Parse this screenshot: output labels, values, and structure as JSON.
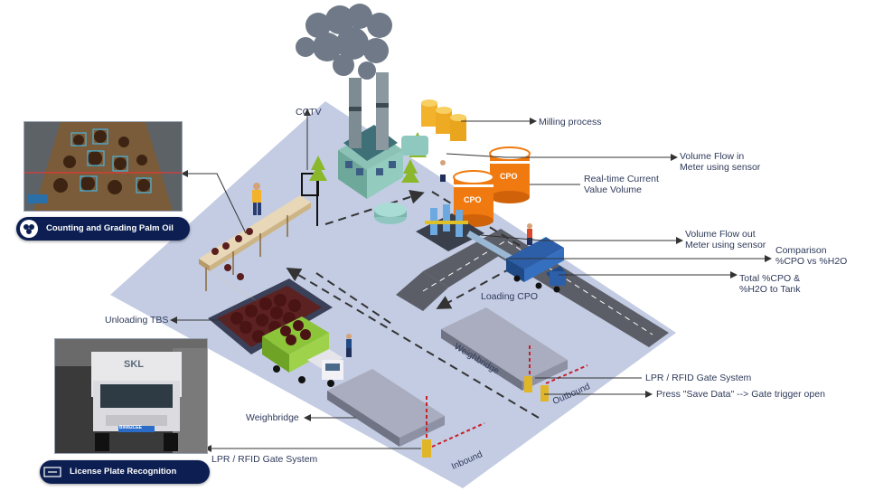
{
  "labels": {
    "cctv": "CCTV",
    "milling": "Milling process",
    "volume_in": "Volume Flow in\nMeter using sensor",
    "realtime": "Real-time Current\nValue Volume",
    "volume_out": "Volume Flow out\nMeter using sensor",
    "comparison": "Comparison\n%CPO vs %H2O",
    "total": "Total %CPO &\n%H2O to Tank",
    "loading_cpo": "Loading CPO",
    "unloading_tbs": "Unloading TBS",
    "weighbridge_out": "Weighbridge",
    "weighbridge_in": "Weighbridge",
    "lpr_out": "LPR / RFID Gate System",
    "save_data": "Press \"Save Data\" --> Gate trigger open",
    "lpr_in": "LPR / RFID Gate System",
    "outbound": "Outbound",
    "inbound": "Inbound"
  },
  "badges": {
    "counting": "Counting and Grading Palm Oil",
    "license": "License Plate Recognition"
  },
  "tank_label": "CPO",
  "truck_brand": "SKL",
  "plate_number": "B9082CEE",
  "colors": {
    "ground": "#c3cce3",
    "road": "#5b5e66",
    "badge": "#0d1f52",
    "tank": "#f07a10",
    "factory": "#7fb2a6",
    "smoke": "#6f7987",
    "truck_body": "#2c5fa8",
    "dump_truck": "#8cc43a",
    "barrier": "#c8202a",
    "arrow": "#333333"
  }
}
